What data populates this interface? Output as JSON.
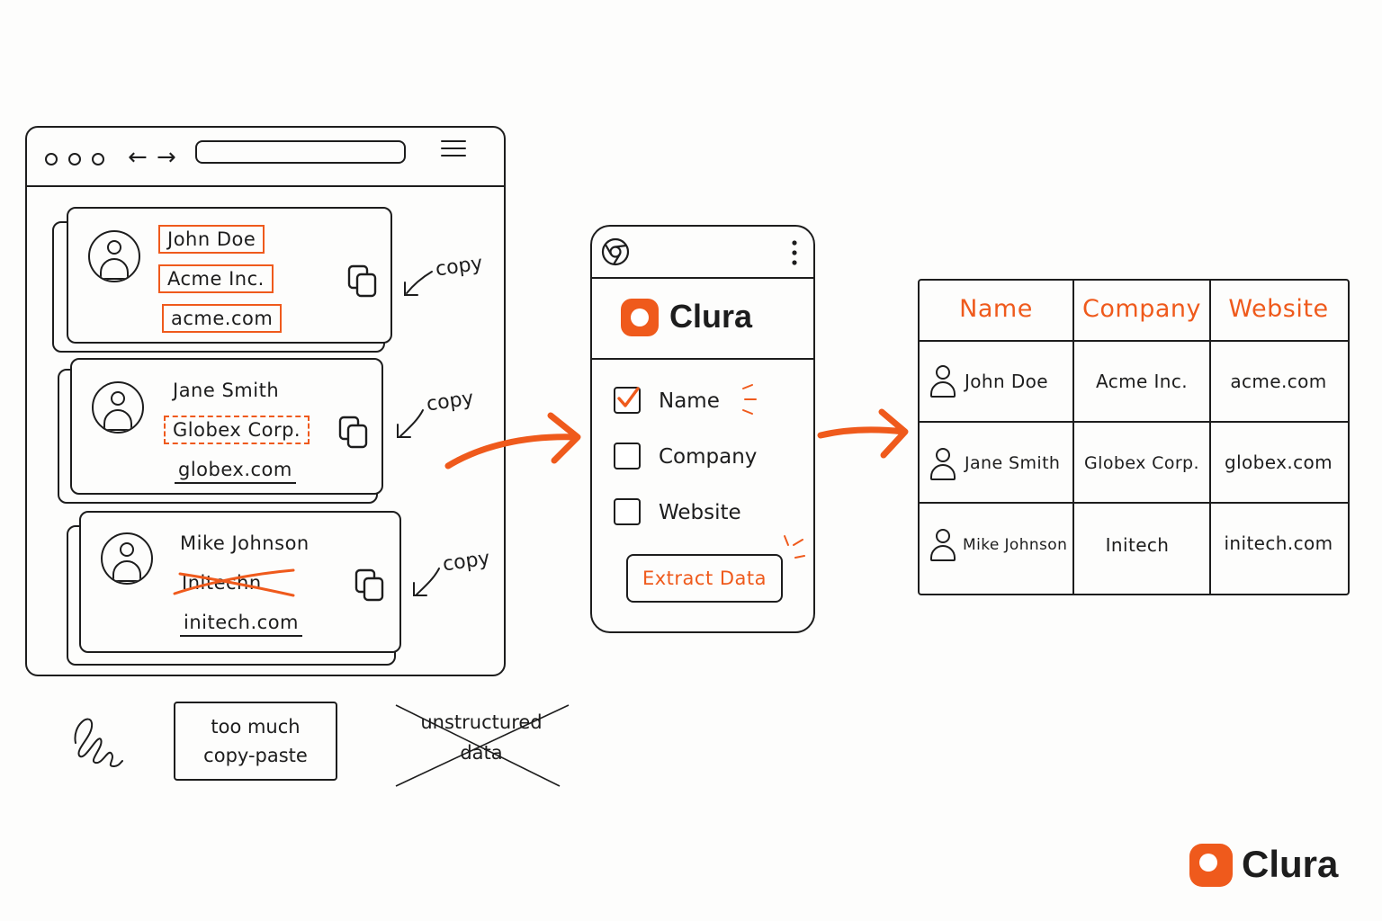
{
  "browser": {
    "nav_back": "←",
    "nav_forward": "→",
    "cards": [
      {
        "name": "John Doe",
        "company": "Acme Inc.",
        "website": "acme.com",
        "copy_label": "copy"
      },
      {
        "name": "Jane Smith",
        "company": "Globex Corp.",
        "website": "globex.com",
        "copy_label": "copy"
      },
      {
        "name": "Mike Johnson",
        "company": "Initechn",
        "website": "initech.com",
        "copy_label": "copy"
      }
    ]
  },
  "popup": {
    "brand": "Clura",
    "options": [
      {
        "label": "Name",
        "checked": true
      },
      {
        "label": "Company",
        "checked": false
      },
      {
        "label": "Website",
        "checked": false
      }
    ],
    "extract_label": "Extract Data"
  },
  "table": {
    "headers": [
      "Name",
      "Company",
      "Website"
    ],
    "rows": [
      [
        "John Doe",
        "Acme Inc.",
        "acme.com"
      ],
      [
        "Jane Smith",
        "Globex Corp.",
        "globex.com"
      ],
      [
        "Mike Johnson",
        "Initech",
        "initech.com"
      ]
    ]
  },
  "notes": {
    "box_line1": "too much",
    "box_line2": "copy-paste",
    "crossed_line1": "unstructured",
    "crossed_line2": "data"
  },
  "footer_brand": "Clura",
  "colors": {
    "accent": "#ef5a1c",
    "ink": "#1d1d1d"
  }
}
